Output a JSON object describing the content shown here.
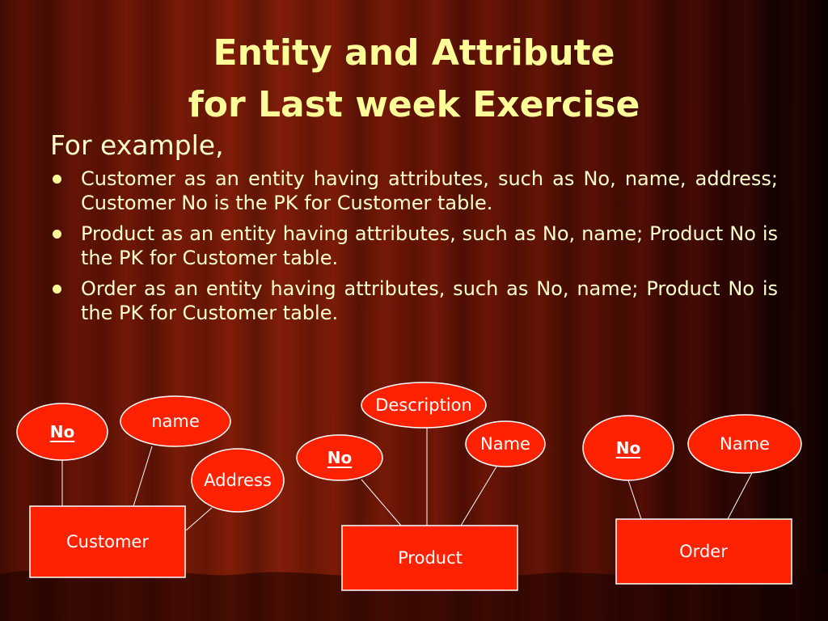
{
  "slide": {
    "title_line1": "Entity and Attribute",
    "title_line2": "for Last week Exercise",
    "subtitle": "For example,",
    "bullets": [
      "Customer as an entity having attributes, such as No, name, address; Customer No is the PK for Customer table.",
      "Product as an entity having attributes, such as No, name; Product No is the PK for Customer table.",
      "Order as an entity having attributes, such as No, name; Product No is the PK for Customer table."
    ]
  },
  "diagram": {
    "customer": {
      "label": "Customer",
      "no": "No",
      "name": "name",
      "address": "Address"
    },
    "product": {
      "label": "Product",
      "no": "No",
      "description": "Description",
      "name": "Name"
    },
    "order": {
      "label": "Order",
      "no": "No",
      "name": "Name"
    }
  },
  "colors": {
    "shape_fill": "#ff2200",
    "outline": "#ffffff",
    "title": "#ffff99",
    "body_text": "#ffffcc"
  }
}
